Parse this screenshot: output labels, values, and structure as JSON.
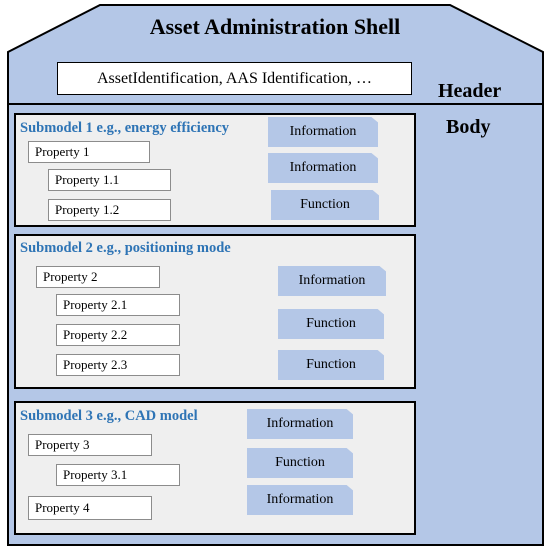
{
  "title": "Asset Administration Shell",
  "identification": "AssetIdentification, AAS Identification, …",
  "header_label": "Header",
  "body_label": "Body",
  "colors": {
    "shell_fill": "#b4c7e7",
    "submodel_fill": "#efefef",
    "title_blue": "#2e74b5",
    "arrow": "#2e74b5"
  },
  "submodels": [
    {
      "title": "Submodel 1 e.g., energy efficiency",
      "properties": [
        "Property 1",
        "Property 1.1",
        "Property 1.2"
      ],
      "elements": [
        "Information",
        "Information",
        "Function"
      ]
    },
    {
      "title": "Submodel 2 e.g., positioning mode",
      "properties": [
        "Property 2",
        "Property 2.1",
        "Property 2.2",
        "Property 2.3"
      ],
      "elements": [
        "Information",
        "Function",
        "Function"
      ]
    },
    {
      "title": "Submodel 3 e.g., CAD model",
      "properties": [
        "Property 3",
        "Property 3.1",
        "Property 4"
      ],
      "elements": [
        "Information",
        "Function",
        "Information"
      ]
    }
  ]
}
